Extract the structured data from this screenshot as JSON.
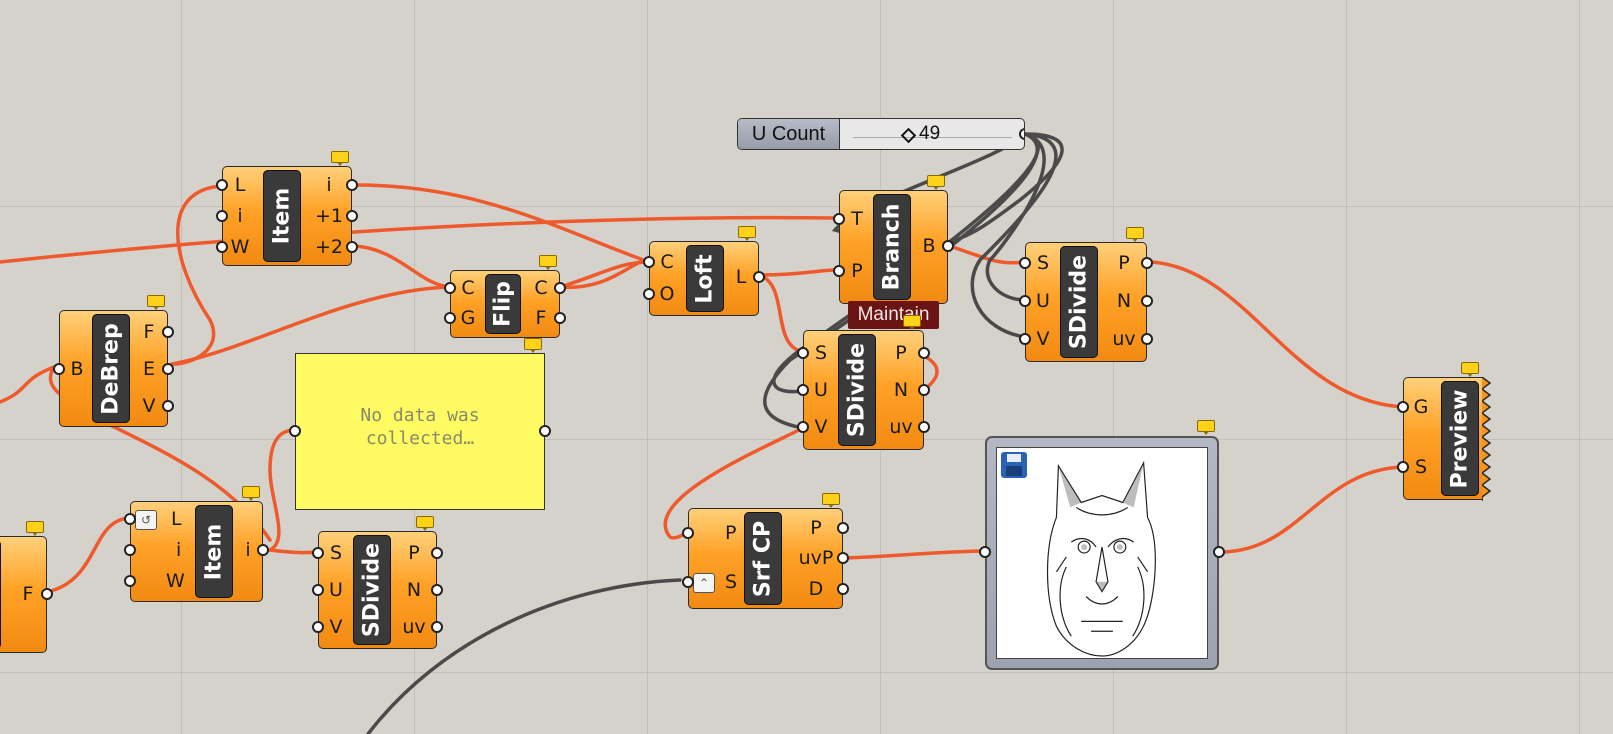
{
  "slider": {
    "name": "U Count",
    "value": "49"
  },
  "panel": {
    "lines": [
      "No data was",
      "collected…"
    ]
  },
  "maintain_label": "Maintain",
  "components": {
    "item_top": {
      "label": "Item",
      "inputs": [
        "L",
        "i",
        "W"
      ],
      "outputs": [
        "i",
        "+1",
        "+2"
      ]
    },
    "debrep": {
      "label": "DeBrep",
      "inputs": [
        "B"
      ],
      "outputs": [
        "F",
        "E",
        "V"
      ]
    },
    "flip": {
      "label": "Flip",
      "inputs": [
        "C",
        "G"
      ],
      "outputs": [
        "C",
        "F"
      ]
    },
    "loft": {
      "label": "Loft",
      "inputs": [
        "C",
        "O"
      ],
      "outputs": [
        "L"
      ]
    },
    "branch": {
      "label": "Branch",
      "inputs": [
        "T",
        "P"
      ],
      "outputs": [
        "B"
      ]
    },
    "sdivide_mid": {
      "label": "SDivide",
      "inputs": [
        "S",
        "U",
        "V"
      ],
      "outputs": [
        "P",
        "N",
        "uv"
      ]
    },
    "sdivide_right": {
      "label": "SDivide",
      "inputs": [
        "S",
        "U",
        "V"
      ],
      "outputs": [
        "P",
        "N",
        "uv"
      ]
    },
    "sdivide_low": {
      "label": "SDivide",
      "inputs": [
        "S",
        "U",
        "V"
      ],
      "outputs": [
        "P",
        "N",
        "uv"
      ]
    },
    "item_low": {
      "label": "Item",
      "inputs": [
        "L",
        "i",
        "W"
      ],
      "outputs": [
        "i"
      ]
    },
    "srfcp": {
      "label": "Srf CP",
      "inputs": [
        "P",
        "S"
      ],
      "outputs": [
        "P",
        "uvP",
        "D"
      ]
    },
    "preview": {
      "label": "Preview",
      "inputs": [
        "G",
        "S"
      ],
      "outputs": []
    },
    "partial": {
      "outputs": [
        "F"
      ]
    }
  },
  "colors": {
    "wire": "#ef5a2c",
    "wire_dark": "#4a4a4a",
    "canvas": "#d5d1cb"
  }
}
